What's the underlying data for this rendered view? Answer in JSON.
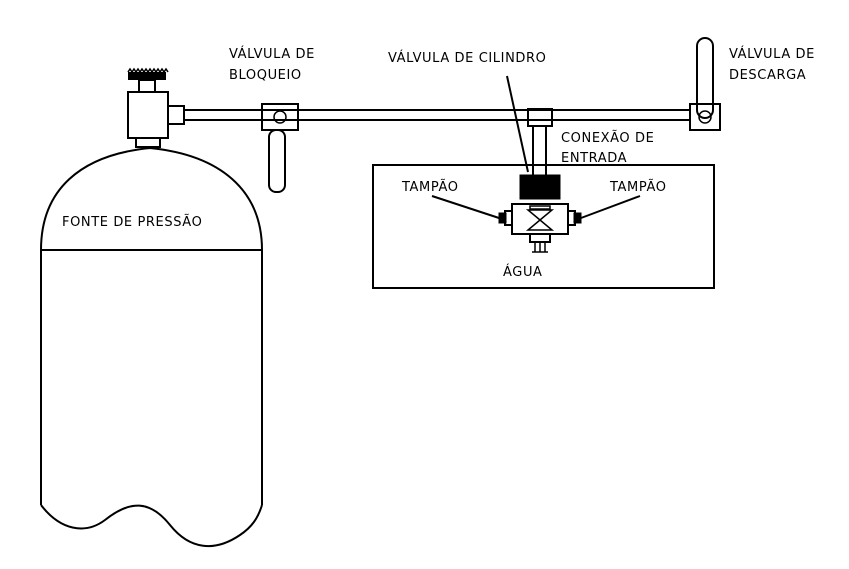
{
  "labels": {
    "fonte_pressao": "FONTE DE PRESSÃO",
    "valvula_bloqueio_1": "VÁLVULA DE",
    "valvula_bloqueio_2": "BLOQUEIO",
    "valvula_cilindro": "VÁLVULA DE CILINDRO",
    "valvula_descarga_1": "VÁLVULA DE",
    "valvula_descarga_2": "DESCARGA",
    "conexao_entrada_1": "CONEXÃO DE",
    "conexao_entrada_2": "ENTRADA",
    "tampao_left": "TAMPÃO",
    "tampao_right": "TAMPÃO",
    "agua": "ÁGUA"
  }
}
